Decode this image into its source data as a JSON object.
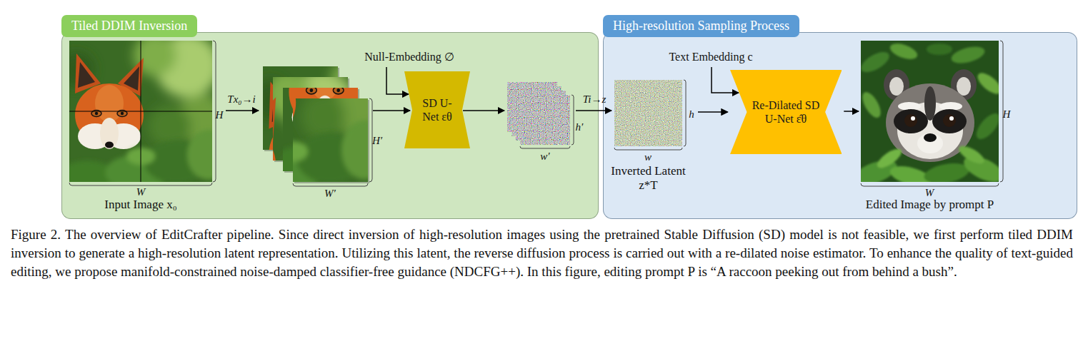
{
  "diagram": {
    "caption": "Figure 2. The overview of EditCrafter pipeline. Since direct inversion of high-resolution images using the pretrained Stable Diffusion (SD) model is not feasible, we first perform tiled DDIM inversion to generate a high-resolution latent representation. Utilizing this latent, the reverse diffusion process is carried out with a re-dilated noise estimator. To enhance the quality of text-guided editing, we propose manifold-constrained noise-damped classifier-free guidance (NDCFG++). In this figure, editing prompt P is “A raccoon peeking out from behind a bush”.",
    "nodes": [
      {
        "text": [
          "Tiled DDIM Inversion"
        ]
      },
      {
        "text": [
          "Input Image x₀"
        ],
        "in": 0
      },
      {
        "text": [
          "SD U-Net εθ"
        ],
        "in": 0
      },
      {
        "text": [
          "High-resolution Sampling Process"
        ]
      },
      {
        "text": [
          "Inverted Latent z*T"
        ],
        "in": 3
      },
      {
        "text": [
          "Re-Dilated SD U-Net ε̂θ"
        ],
        "in": 3
      },
      {
        "text": [
          "Edited Image by prompt P"
        ],
        "in": 3
      }
    ],
    "edges": [
      {
        "from": 4,
        "to": 5,
        "arrow": "to"
      },
      {
        "from": 5,
        "to": 6,
        "arrow": "to"
      }
    ],
    "labels": [
      "Null-Embedding ∅",
      "H",
      "W",
      "Tx₀→i",
      "H′",
      "W′",
      "h′",
      "w′",
      "Ti→z",
      "Text Embedding c",
      "h",
      "w",
      "H",
      "W"
    ]
  }
}
